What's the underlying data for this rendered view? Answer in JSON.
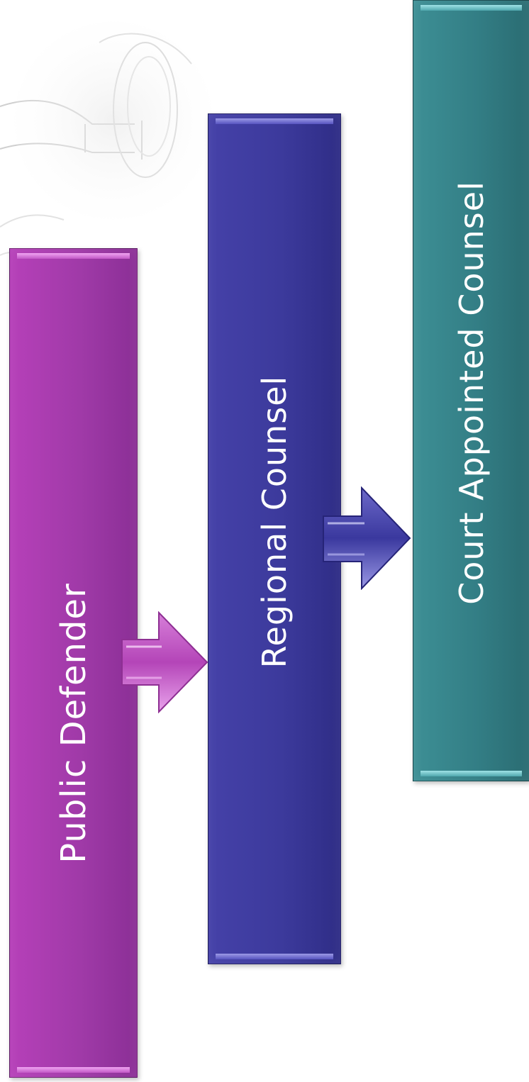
{
  "diagram": {
    "nodes": [
      {
        "id": "public-defender",
        "label": "Public Defender",
        "color": "#a43aab"
      },
      {
        "id": "regional-counsel",
        "label": "Regional Counsel",
        "color": "#3c3a9c"
      },
      {
        "id": "court-appointed-counsel",
        "label": "Court Appointed Counsel",
        "color": "#347f86"
      }
    ],
    "edges": [
      {
        "from": "public-defender",
        "to": "regional-counsel",
        "color": "#c256c4"
      },
      {
        "from": "regional-counsel",
        "to": "court-appointed-counsel",
        "color": "#3f3da6"
      }
    ],
    "decoration": "scales-of-justice-sketch"
  }
}
